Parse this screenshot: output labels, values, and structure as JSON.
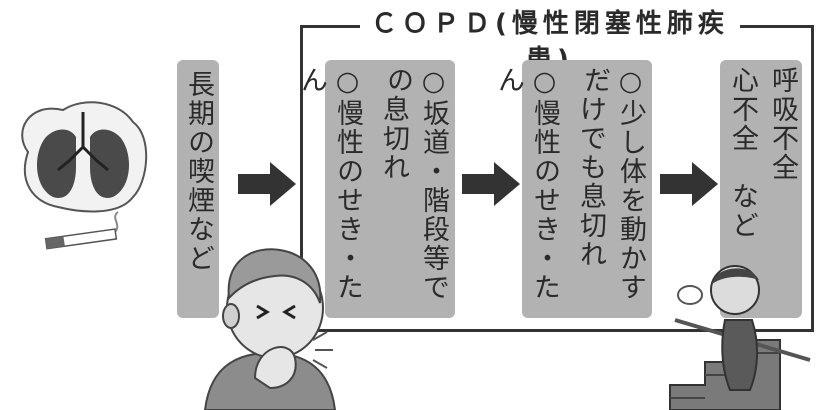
{
  "title": "ＣＯＰＤ(慢性閉塞性肺疾患)",
  "boxes": {
    "cause": "長期の喫煙など",
    "stage1_col1": "○坂道・階段等での",
    "stage1_col2": "　息切れ",
    "stage1_col3": "○慢性のせき・たん",
    "stage2_col1": "○少し体を動かすだ",
    "stage2_col2": "　けでも息切れ",
    "stage2_col3": "○慢性のせき・たん",
    "stage3_col1": "呼吸不全",
    "stage3_col2": "心不全　など"
  },
  "colors": {
    "box": "#b2b2b2",
    "arrow": "#333333",
    "frame": "#333333"
  }
}
